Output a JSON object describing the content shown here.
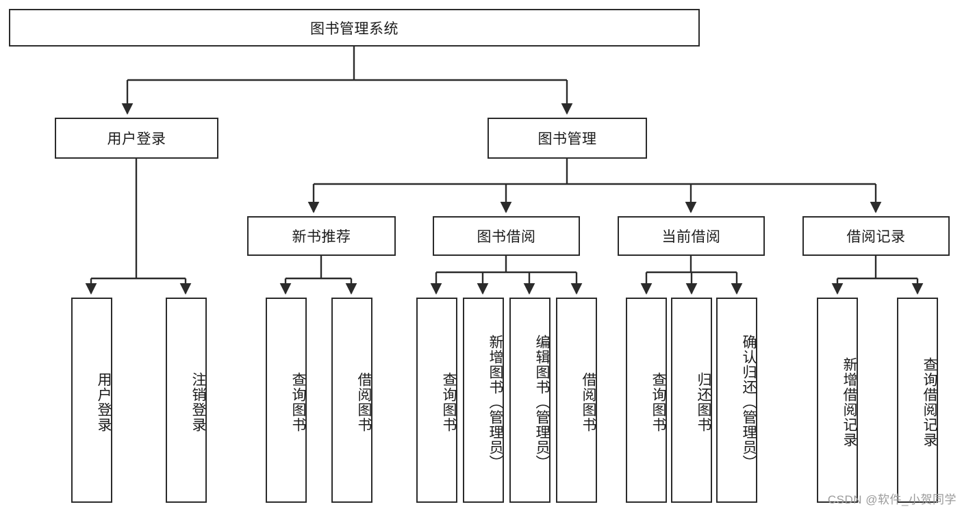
{
  "diagram": {
    "title": "图书管理系统",
    "type": "tree-hierarchy-diagram",
    "colors": {
      "background": "#ffffff",
      "box_border": "#2b2b2b",
      "box_fill": "#ffffff",
      "edge": "#2b2b2b",
      "text": "#1b1b1b",
      "watermark": "#9a9a9a"
    },
    "root": {
      "label": "图书管理系统"
    },
    "level2": [
      {
        "label": "用户登录"
      },
      {
        "label": "图书管理"
      }
    ],
    "level3": [
      {
        "label": "新书推荐"
      },
      {
        "label": "图书借阅"
      },
      {
        "label": "当前借阅"
      },
      {
        "label": "借阅记录"
      }
    ],
    "leaves": {
      "user_login": [
        {
          "label": "用户登录"
        },
        {
          "label": "注销登录"
        }
      ],
      "new_book_recommend": [
        {
          "label": "查询图书"
        },
        {
          "label": "借阅图书"
        }
      ],
      "book_borrow": [
        {
          "label": "查询图书"
        },
        {
          "label": "新增图书（管理员）"
        },
        {
          "label": "编辑图书（管理员）"
        },
        {
          "label": "借阅图书"
        }
      ],
      "current_borrow": [
        {
          "label": "查询图书"
        },
        {
          "label": "归还图书"
        },
        {
          "label": "确认归还（管理员）"
        }
      ],
      "borrow_records": [
        {
          "label": "新增借阅记录"
        },
        {
          "label": "查询借阅记录"
        }
      ]
    }
  },
  "watermark": {
    "text": "CSDN @软件_小贺同学"
  }
}
